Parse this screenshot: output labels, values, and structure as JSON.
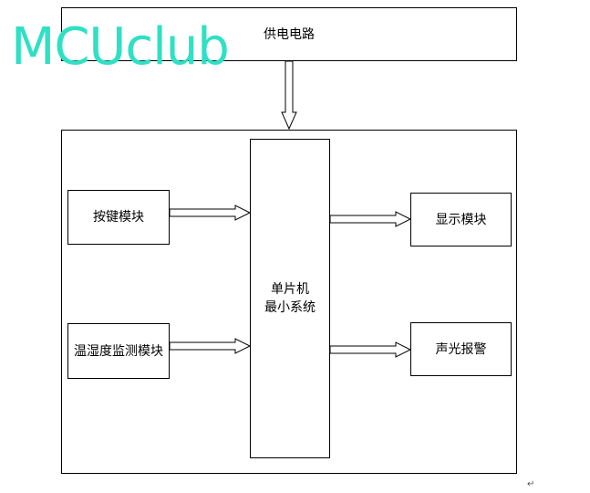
{
  "watermark": "MCUclub",
  "blocks": {
    "power": "供电电路",
    "keys": "按键模块",
    "sensor": "温湿度监测模块",
    "mcu_line1": "单片机",
    "mcu_line2": "最小系统",
    "display": "显示模块",
    "alarm": "声光报警"
  },
  "paragraph_mark": "↵",
  "colors": {
    "watermark": "#2fe0c4",
    "lines": "#000000"
  }
}
